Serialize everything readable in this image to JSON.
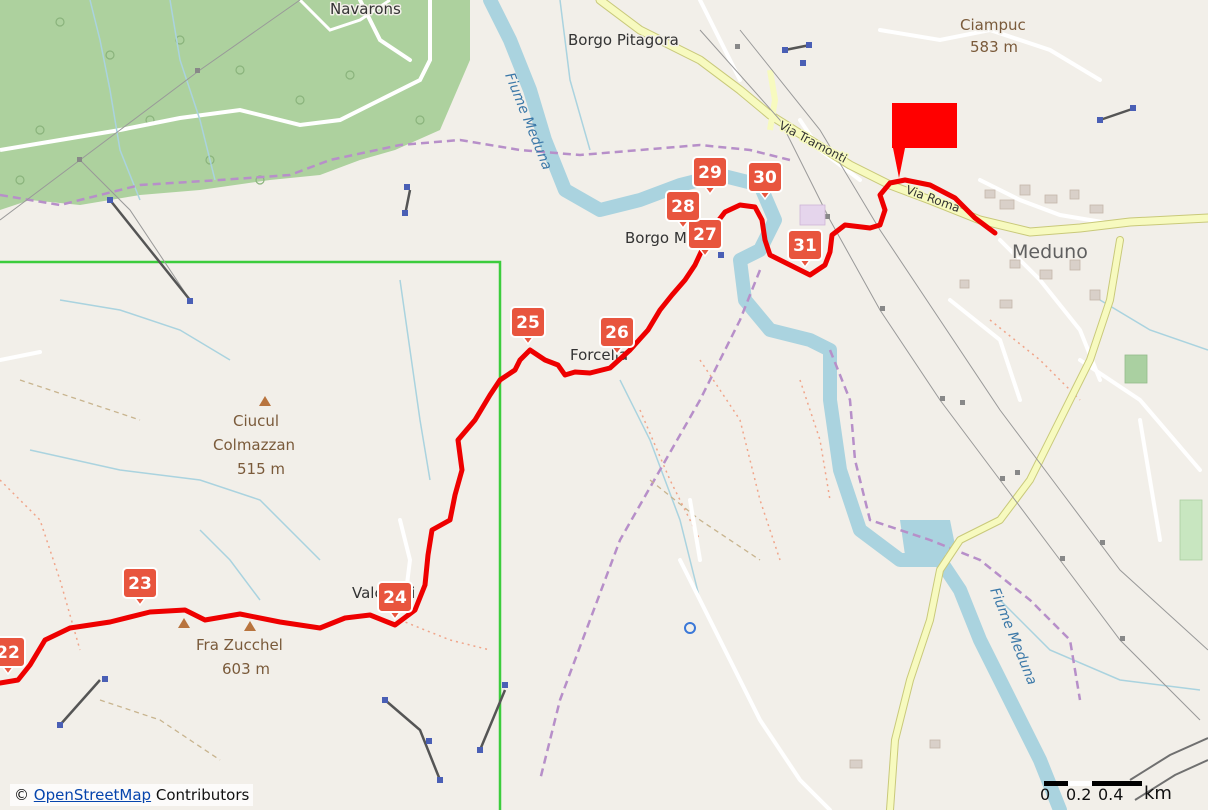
{
  "map": {
    "labels": {
      "top_left_place": "Navarons",
      "borgo_pitagora": "Borgo Pitagora",
      "ciampuc_name": "Ciampuc",
      "ciampuc_elev": "583 m",
      "fiume_meduna_upper": "Fiume Meduna",
      "via_tramonti": "Via Tramonti",
      "via_roma": "Via Roma",
      "borgo_molan": "Borgo Molan",
      "meduno": "Meduno",
      "forcella": "Forcella",
      "ciucul_name_1": "Ciucul",
      "ciucul_name_2": "Colmazzan",
      "ciucul_elev": "515 m",
      "valcatali": "Valcatali",
      "fra_zucchel_name": "Fra Zucchel",
      "fra_zucchel_elev": "603 m",
      "fiume_meduna_lower": "Fiume Meduna"
    },
    "markers": [
      {
        "label": "22"
      },
      {
        "label": "23"
      },
      {
        "label": "24"
      },
      {
        "label": "25"
      },
      {
        "label": "26"
      },
      {
        "label": "27"
      },
      {
        "label": "28"
      },
      {
        "label": "29"
      },
      {
        "label": "30"
      },
      {
        "label": "31"
      }
    ],
    "colors": {
      "route": "#ee0000",
      "marker_fill": "#e8553e",
      "finish_flag": "#ff0000",
      "boundary": "#2ecc2e",
      "river": "#aad3df",
      "forest": "#add19e",
      "main_road": "#f7fabf"
    },
    "finish_flag_icon": "red-flag-icon"
  },
  "attribution": {
    "prefix": "©",
    "link_text": "OpenStreetMap",
    "suffix": "Contributors"
  },
  "scale": {
    "tick_0": "0",
    "tick_1": "0.2",
    "tick_2": "0.4",
    "unit": "km"
  }
}
